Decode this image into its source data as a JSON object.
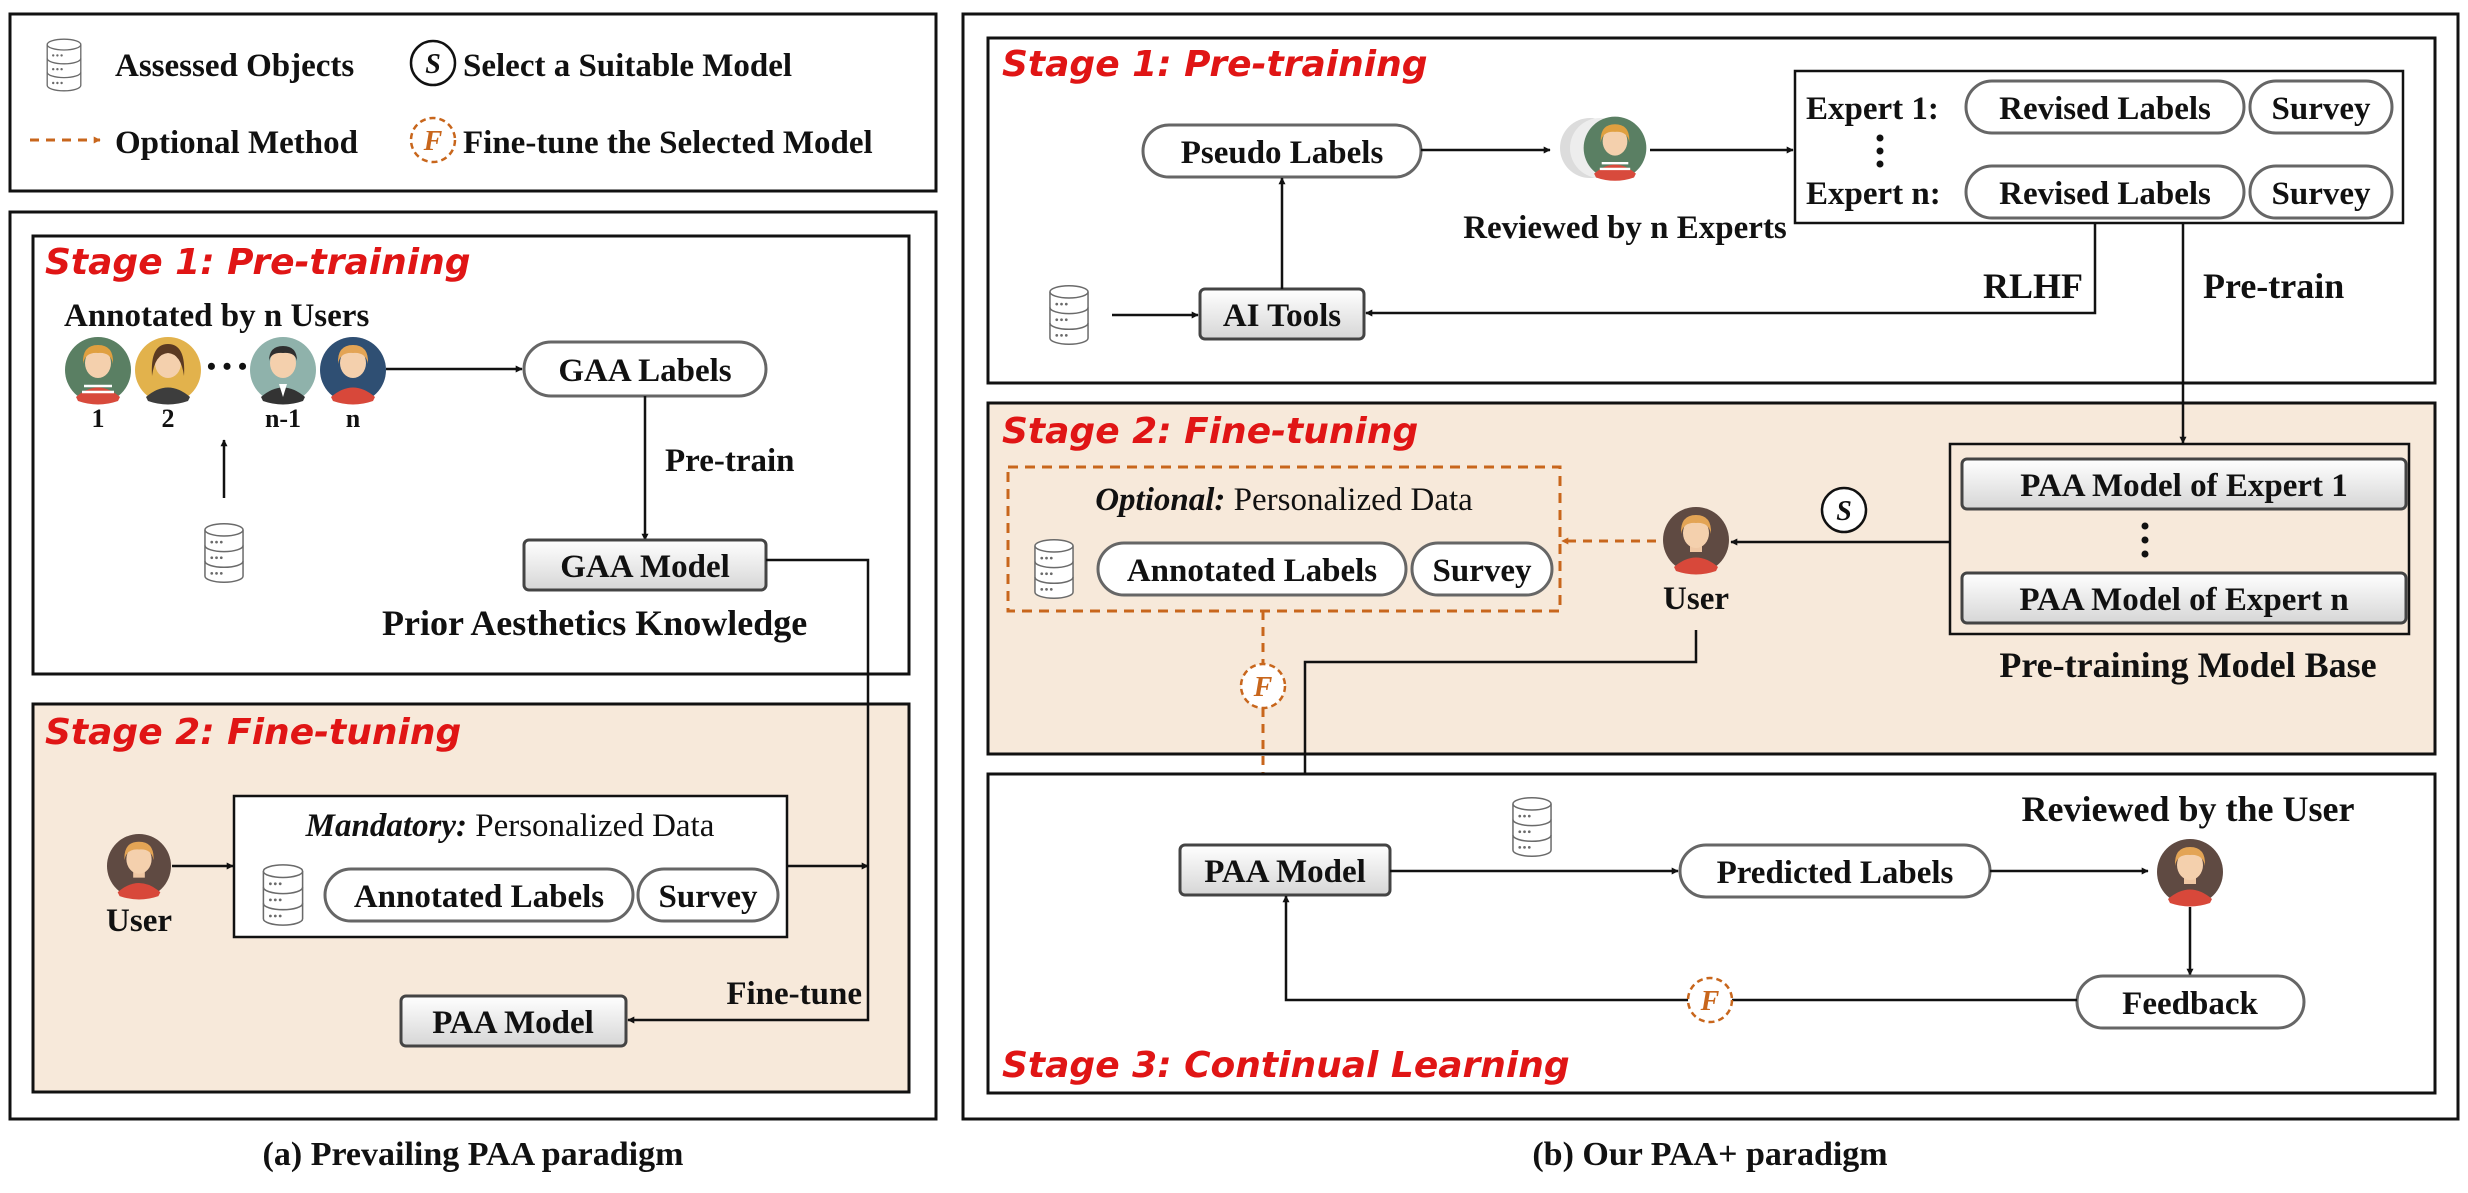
{
  "legend": {
    "assessed_objects": "Assessed Objects",
    "select_symbol": "S",
    "select_model": "Select a Suitable Model",
    "optional_method": "Optional Method",
    "finetune_symbol": "F",
    "finetune_selected": "Fine-tune the Selected Model"
  },
  "panel_a": {
    "caption": "(a) Prevailing PAA paradigm",
    "stage1": {
      "title": "Stage 1: Pre-training",
      "annotated_by": "Annotated by n Users",
      "user_labels": [
        "1",
        "2",
        "n-1",
        "n"
      ],
      "ellipsis": "• • •",
      "gaa_labels": "GAA Labels",
      "pretrain": "Pre-train",
      "gaa_model": "GAA Model",
      "prior_knowledge": "Prior Aesthetics Knowledge"
    },
    "stage2": {
      "title": "Stage 2: Fine-tuning",
      "user": "User",
      "mandatory": "Mandatory:",
      "personalized_data": " Personalized Data",
      "annotated_labels": "Annotated Labels",
      "survey": "Survey",
      "finetune": "Fine-tune",
      "paa_model": "PAA Model"
    }
  },
  "panel_b": {
    "caption": "(b) Our PAA+ paradigm",
    "stage1": {
      "title": "Stage 1: Pre-training",
      "pseudo_labels": "Pseudo Labels",
      "ai_tools": "AI Tools",
      "reviewed_by_experts": "Reviewed by n Experts",
      "expert1": "Expert 1:",
      "expertn": "Expert n:",
      "revised_labels": "Revised Labels",
      "survey": "Survey",
      "rlhf": "RLHF",
      "pretrain": "Pre-train"
    },
    "stage2": {
      "title": "Stage 2: Fine-tuning",
      "optional": "Optional:",
      "personalized_data": " Personalized Data",
      "annotated_labels": "Annotated Labels",
      "survey": "Survey",
      "user": "User",
      "select_symbol": "S",
      "finetune_symbol": "F",
      "paa_expert1": "PAA Model of Expert 1",
      "paa_expertn": "PAA Model of Expert n",
      "model_base": "Pre-training Model Base"
    },
    "stage3": {
      "title": "Stage 3: Continual Learning",
      "paa_model": "PAA Model",
      "predicted_labels": "Predicted Labels",
      "reviewed_by_user": "Reviewed by the User",
      "feedback": "Feedback",
      "finetune_symbol": "F"
    }
  },
  "colors": {
    "stage_title": "#e01515",
    "stage_bg": "#f7e9da",
    "optional_orange": "#c8661c",
    "line": "#111111"
  }
}
